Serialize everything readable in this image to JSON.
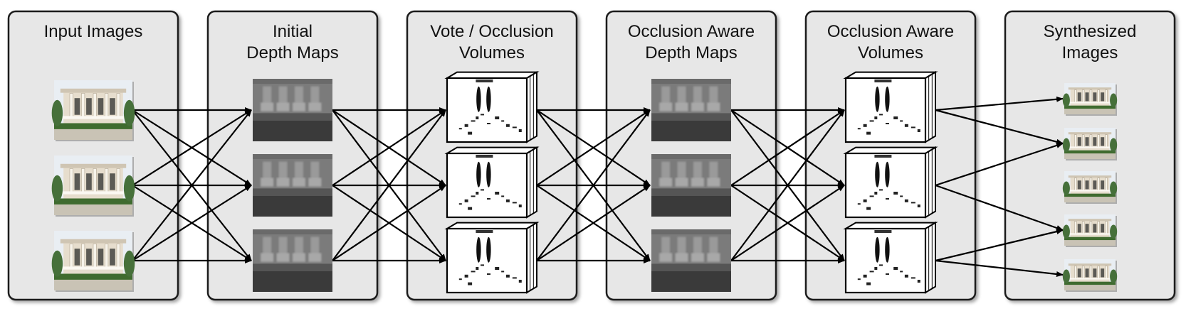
{
  "stages": [
    {
      "id": "input",
      "title_lines": [
        "Input Images"
      ],
      "node_kind": "photo",
      "node_count": 3
    },
    {
      "id": "initial",
      "title_lines": [
        "Initial",
        "Depth Maps"
      ],
      "node_kind": "depth",
      "node_count": 3
    },
    {
      "id": "vote",
      "title_lines": [
        "Vote / Occlusion",
        "Volumes"
      ],
      "node_kind": "volume",
      "node_count": 3
    },
    {
      "id": "occ_depth",
      "title_lines": [
        "Occlusion Aware",
        "Depth Maps"
      ],
      "node_kind": "depth",
      "node_count": 3
    },
    {
      "id": "occ_volume",
      "title_lines": [
        "Occlusion Aware",
        "Volumes"
      ],
      "node_kind": "volume",
      "node_count": 3
    },
    {
      "id": "synth",
      "title_lines": [
        "Synthesized",
        "Images"
      ],
      "node_kind": "photo_small",
      "node_count": 5
    }
  ],
  "connections": [
    {
      "from_stage": 0,
      "to_stage": 1,
      "pattern": "all-to-all"
    },
    {
      "from_stage": 1,
      "to_stage": 2,
      "pattern": "all-to-all"
    },
    {
      "from_stage": 2,
      "to_stage": 3,
      "pattern": "all-to-all"
    },
    {
      "from_stage": 3,
      "to_stage": 4,
      "pattern": "all-to-all"
    },
    {
      "from_stage": 4,
      "to_stage": 5,
      "pattern": [
        [
          0,
          0
        ],
        [
          0,
          1
        ],
        [
          1,
          1
        ],
        [
          1,
          3
        ],
        [
          2,
          3
        ],
        [
          2,
          4
        ]
      ]
    }
  ],
  "colors": {
    "panel_fill": "#e7e7e7",
    "panel_stroke": "#1a1a1a",
    "arrow": "#000000",
    "depth_dark": "#3a3a3a",
    "depth_light": "#9a9a9a",
    "sky": "#e9eef3",
    "facade": "#e6ddcd",
    "foliage": "#3f6b2f"
  }
}
